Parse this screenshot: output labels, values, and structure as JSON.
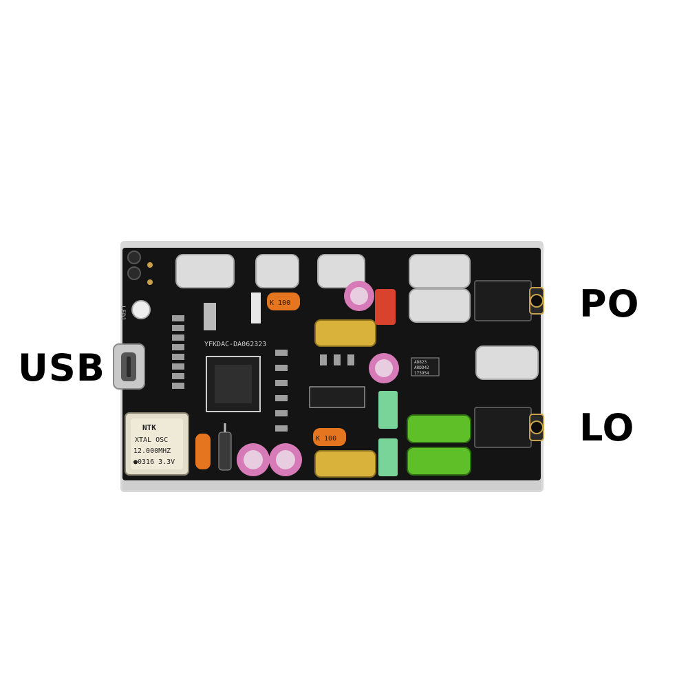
{
  "callouts": {
    "usb": "USB",
    "po": "PO",
    "lo": "LO"
  },
  "board": {
    "silkscreen_model": "YFKDAC-DA062323",
    "silkscreen_led": "LED1",
    "oscillator": {
      "brand": "NTK",
      "line1": "XTAL OSC",
      "line2": "12.000MHZ",
      "line3": "●0316 3.3V"
    },
    "cap_marking": "K 100",
    "amp_chip": [
      "AD823",
      "ARDD42",
      "173954"
    ]
  },
  "colors": {
    "pcb": "#141414",
    "edge": "#d8d8d8",
    "silver_cap": "#dcdcdc",
    "gold_cap": "#d8b23a",
    "green_cap": "#5fbf28",
    "orange_cap": "#e5751f",
    "pink_cap": "#d77bb8",
    "red_part": "#d9432e",
    "mint_part": "#79d49a"
  }
}
